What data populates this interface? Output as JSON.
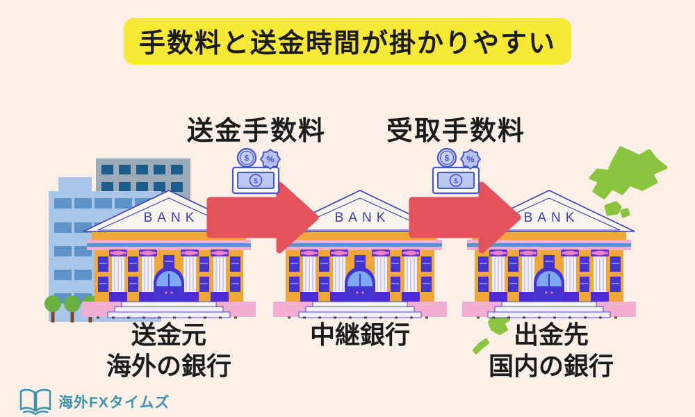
{
  "title": {
    "text": "手数料と送金時間が掛かりやすい"
  },
  "fee_labels": {
    "sending": "送金手数料",
    "receiving": "受取手数料"
  },
  "banks": [
    {
      "sign": "BANK",
      "caption": [
        "送金元",
        "海外の銀行"
      ]
    },
    {
      "sign": "BANK",
      "caption": [
        "中継銀行"
      ]
    },
    {
      "sign": "BANK",
      "caption": [
        "出金先",
        "国内の銀行"
      ]
    }
  ],
  "money_icon": {
    "dollar_coin": "$",
    "dollar_bill": "$",
    "percent_badge": "%"
  },
  "brand": {
    "name": "海外FXタイムズ"
  },
  "colors": {
    "background": "#faf0e7",
    "title_highlight": "#f7ea36",
    "text": "#1c1c1c",
    "arrow_red": "#e4525b",
    "bank_facade_orange": "#f0a73a",
    "bank_trim_pink": "#f3aed3",
    "bank_stripe_blue": "#4f97cf",
    "bank_window_indigo": "#4334cf",
    "bank_sign_indigo": "#3c3cba",
    "column_purple": "#5e30d8",
    "column_accent_pink": "#ee7fc6",
    "door_glass_blue": "#7ca8f4",
    "japan_map_green": "#8bc53f",
    "money_icon_blue": "#bcc9f5",
    "money_icon_line": "#4a55cf",
    "city_building_blue": "#a9c6e8",
    "city_building_gray": "#9cabb9",
    "brand_teal": "#3e92ae"
  }
}
